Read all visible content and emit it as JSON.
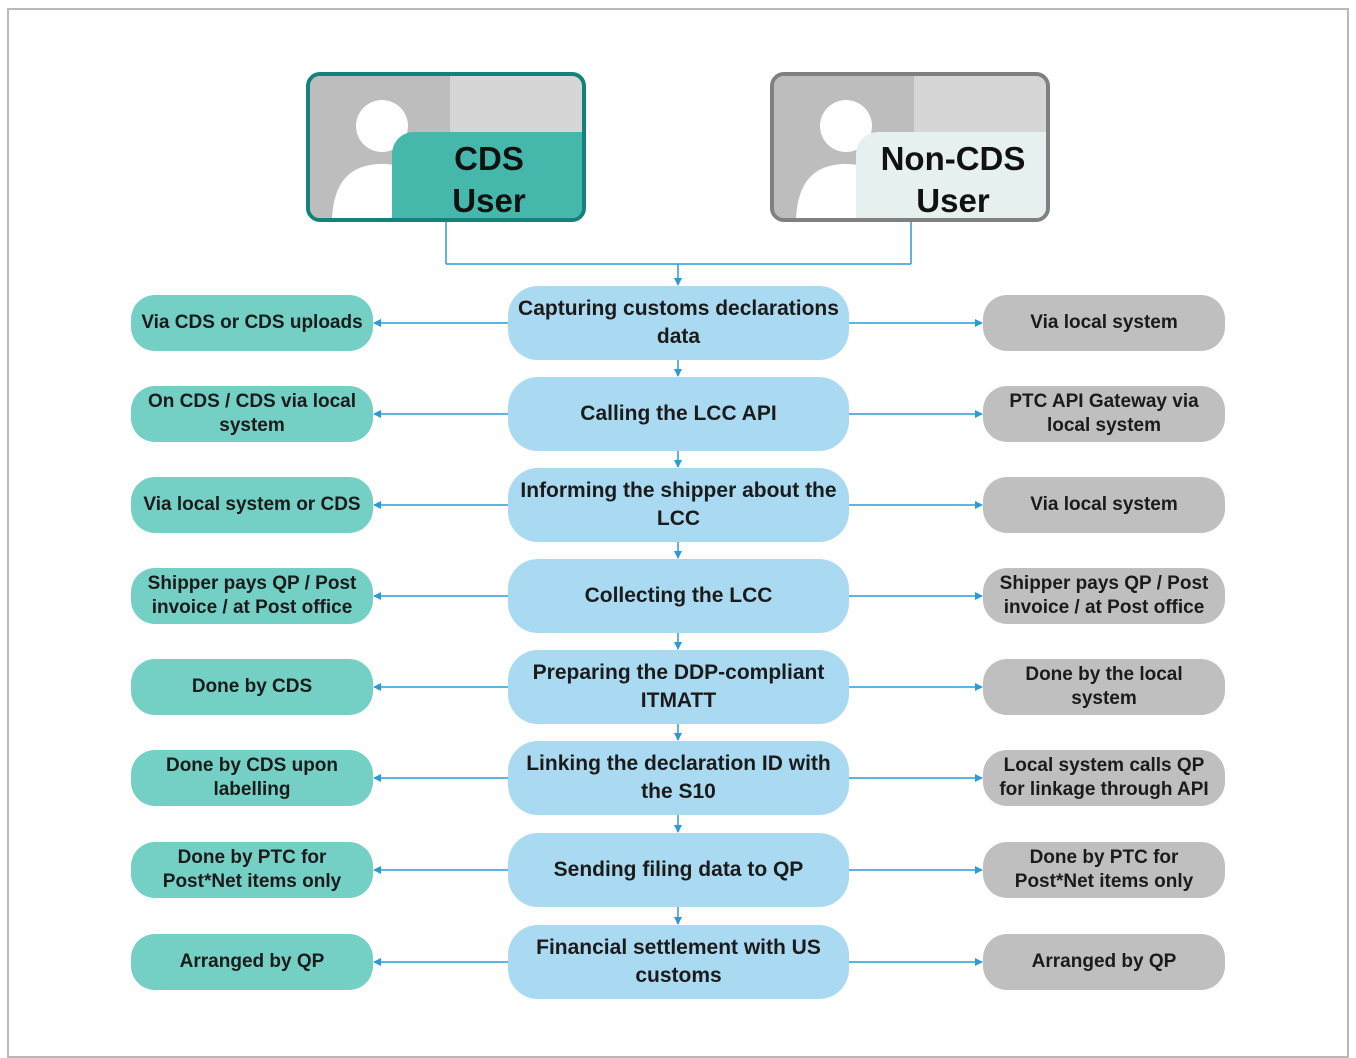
{
  "users": {
    "cds": {
      "line1": "CDS",
      "line2": "User",
      "accent": "#11837b"
    },
    "noncds": {
      "line1": "Non-CDS",
      "line2": "User",
      "accent": "#808080"
    }
  },
  "colors": {
    "center": "#a9daf2",
    "left": "#74cfc4",
    "right": "#bfbfbf",
    "connector": "#2b9bd6"
  },
  "steps": [
    {
      "center": "Capturing customs declarations data",
      "left": "Via CDS or CDS uploads",
      "right": "Via local system"
    },
    {
      "center": "Calling the LCC API",
      "left": "On CDS / CDS via local system",
      "right": "PTC API Gateway via local system"
    },
    {
      "center": "Informing the shipper about the LCC",
      "left": "Via local system or CDS",
      "right": "Via local system"
    },
    {
      "center": "Collecting the LCC",
      "left": "Shipper pays QP / Post invoice / at Post office",
      "right": "Shipper pays QP / Post invoice / at Post office"
    },
    {
      "center": "Preparing the DDP-compliant ITMATT",
      "left": "Done by CDS",
      "right": "Done by the local system"
    },
    {
      "center": "Linking the declaration ID with the S10",
      "left": "Done by CDS upon labelling",
      "right": "Local system calls QP for linkage through API"
    },
    {
      "center": "Sending filing data to QP",
      "left": "Done by PTC for Post*Net items only",
      "right": "Done by PTC for Post*Net items only"
    },
    {
      "center": "Financial settlement with US customs",
      "left": "Arranged by QP",
      "right": "Arranged by QP"
    }
  ]
}
